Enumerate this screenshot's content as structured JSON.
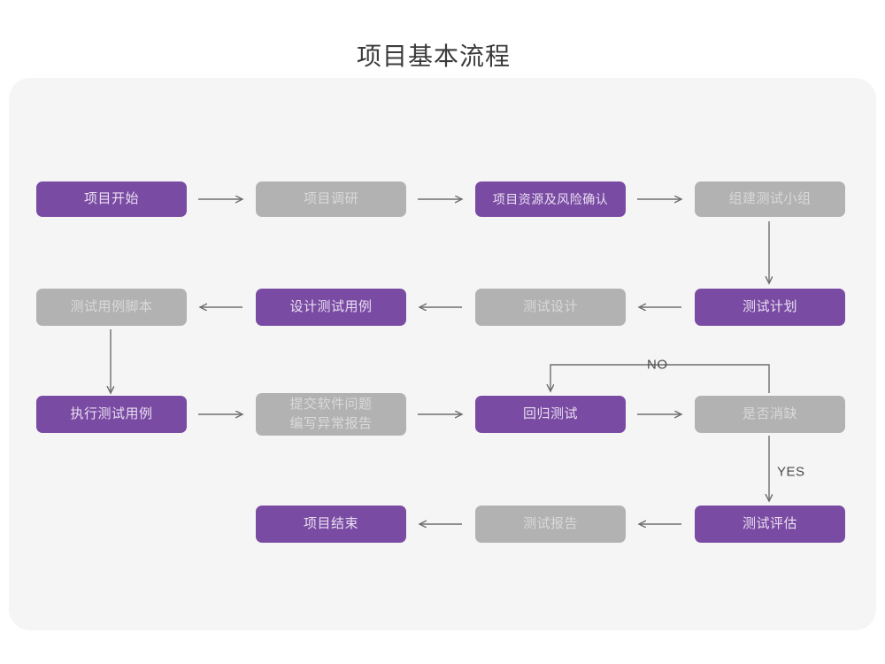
{
  "page": {
    "title": "项目基本流程",
    "background": "#ffffff",
    "canvas_color": "#f5f5f5"
  },
  "colors": {
    "purple": "#7a4ba3",
    "purple_text": "#e9dff1",
    "gray": "#b2b2b2",
    "gray_text": "#d9d9d9",
    "connector": "#6e6e6e",
    "title_text": "#3b3b3b"
  },
  "chart_data": {
    "type": "diagram",
    "title": "项目基本流程",
    "nodes": [
      {
        "id": "n1",
        "label": "项目开始",
        "style": "purple",
        "row": 1,
        "col": 1
      },
      {
        "id": "n2",
        "label": "项目调研",
        "style": "gray",
        "row": 1,
        "col": 2
      },
      {
        "id": "n3",
        "label": "项目资源及风险确认",
        "style": "purple",
        "row": 1,
        "col": 3
      },
      {
        "id": "n4",
        "label": "组建测试小组",
        "style": "gray",
        "row": 1,
        "col": 4
      },
      {
        "id": "n5",
        "label": "测试用例脚本",
        "style": "gray",
        "row": 2,
        "col": 1
      },
      {
        "id": "n6",
        "label": "设计测试用例",
        "style": "purple",
        "row": 2,
        "col": 2
      },
      {
        "id": "n7",
        "label": "测试设计",
        "style": "gray",
        "row": 2,
        "col": 3
      },
      {
        "id": "n8",
        "label": "测试计划",
        "style": "purple",
        "row": 2,
        "col": 4
      },
      {
        "id": "n9",
        "label": "执行测试用例",
        "style": "purple",
        "row": 3,
        "col": 1
      },
      {
        "id": "n10",
        "label": "提交软件问题\n编写异常报告",
        "style": "gray",
        "row": 3,
        "col": 2
      },
      {
        "id": "n11",
        "label": "回归测试",
        "style": "purple",
        "row": 3,
        "col": 3
      },
      {
        "id": "n12",
        "label": "是否消缺",
        "style": "gray",
        "row": 3,
        "col": 4
      },
      {
        "id": "n13",
        "label": "项目结束",
        "style": "purple",
        "row": 4,
        "col": 2
      },
      {
        "id": "n14",
        "label": "测试报告",
        "style": "gray",
        "row": 4,
        "col": 3
      },
      {
        "id": "n15",
        "label": "测试评估",
        "style": "purple",
        "row": 4,
        "col": 4
      }
    ],
    "edges": [
      {
        "from": "n1",
        "to": "n2",
        "label": "",
        "direction": "right"
      },
      {
        "from": "n2",
        "to": "n3",
        "label": "",
        "direction": "right"
      },
      {
        "from": "n3",
        "to": "n4",
        "label": "",
        "direction": "right"
      },
      {
        "from": "n4",
        "to": "n8",
        "label": "",
        "direction": "down"
      },
      {
        "from": "n8",
        "to": "n7",
        "label": "",
        "direction": "left"
      },
      {
        "from": "n7",
        "to": "n6",
        "label": "",
        "direction": "left"
      },
      {
        "from": "n6",
        "to": "n5",
        "label": "",
        "direction": "left"
      },
      {
        "from": "n5",
        "to": "n9",
        "label": "",
        "direction": "down"
      },
      {
        "from": "n9",
        "to": "n10",
        "label": "",
        "direction": "right"
      },
      {
        "from": "n10",
        "to": "n11",
        "label": "",
        "direction": "right"
      },
      {
        "from": "n11",
        "to": "n12",
        "label": "",
        "direction": "right"
      },
      {
        "from": "n12",
        "to": "n11",
        "label": "NO",
        "direction": "loop-up-left-down"
      },
      {
        "from": "n12",
        "to": "n15",
        "label": "YES",
        "direction": "down"
      },
      {
        "from": "n15",
        "to": "n14",
        "label": "",
        "direction": "left"
      },
      {
        "from": "n14",
        "to": "n13",
        "label": "",
        "direction": "left"
      }
    ],
    "edge_labels": [
      "NO",
      "YES"
    ]
  }
}
